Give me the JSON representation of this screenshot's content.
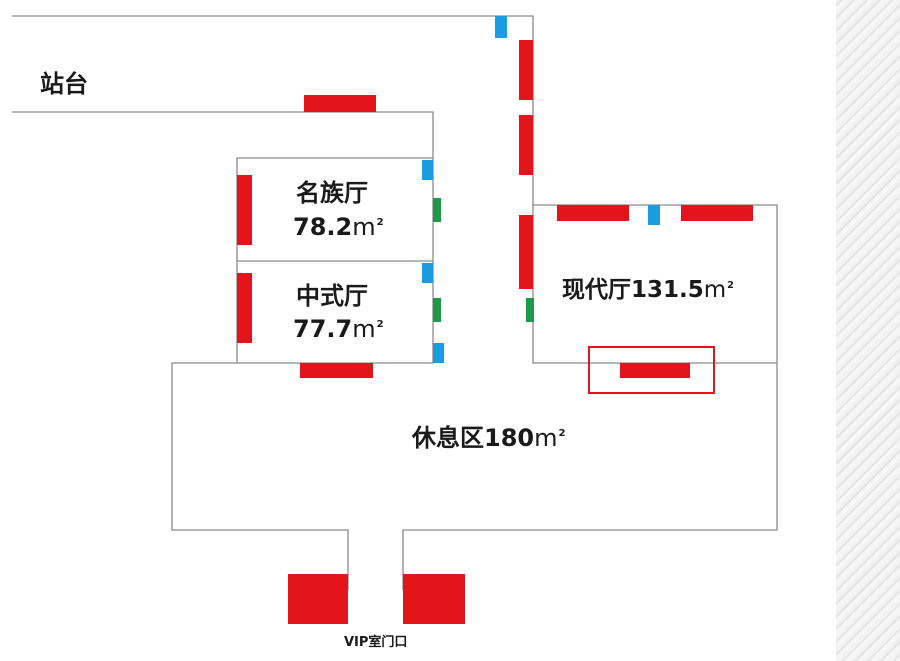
{
  "labels": {
    "platform": "站台",
    "mingzu_name": "名族厅",
    "mingzu_area": "78.2",
    "zhongshi_name": "中式厅",
    "zhongshi_area": "77.7",
    "xiandai_name": "现代厅",
    "xiandai_area": "131.5",
    "rest_name": "休息区",
    "rest_area": "180",
    "entrance": "VIP室门口",
    "unit": "m",
    "unit_sup": "2"
  },
  "colors": {
    "wall": "#888888",
    "seat_red": "#e3141c",
    "door_blue": "#1b9be0",
    "door_green": "#1e9b48",
    "highlight": "#e3141c",
    "texture": "#e6e6e6"
  },
  "icons": [
    "wall-outline",
    "red-seating-block",
    "blue-door-marker",
    "green-door-marker",
    "highlight-box"
  ]
}
